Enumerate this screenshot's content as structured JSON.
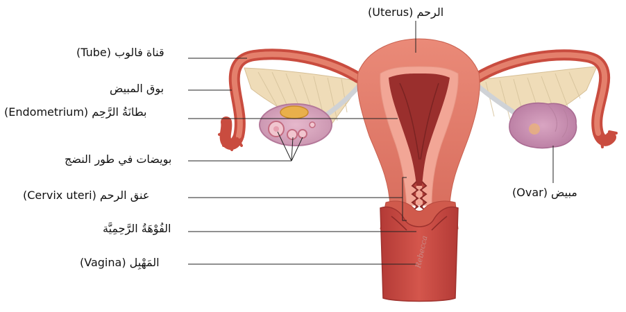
{
  "labels": {
    "uterus": "الرحم (Uterus)",
    "tube": "قناة فالوب (Tube)",
    "fimbriae": "بوق المبيض",
    "endometrium": "بطانَةُ الرَّحِم (Endometrium)",
    "oocytes": "بويضات في طور النضج",
    "cervix": "عنق الرحم (Cervix uteri)",
    "os": "الفُوْهَةُ الرَّحِمِيَّة",
    "vagina": "المَهْبِل (Vagina)",
    "ovary": "مبيض (Ovar)"
  },
  "signature": "Rebecca",
  "colors": {
    "uterus_wall": "#e07a6a",
    "uterus_inner": "#c2453f",
    "cavity": "#8f2a2a",
    "tube": "#d9614f",
    "ligament": "#efdcb8",
    "ovary": "#cf9ab8",
    "line": "#222222"
  }
}
